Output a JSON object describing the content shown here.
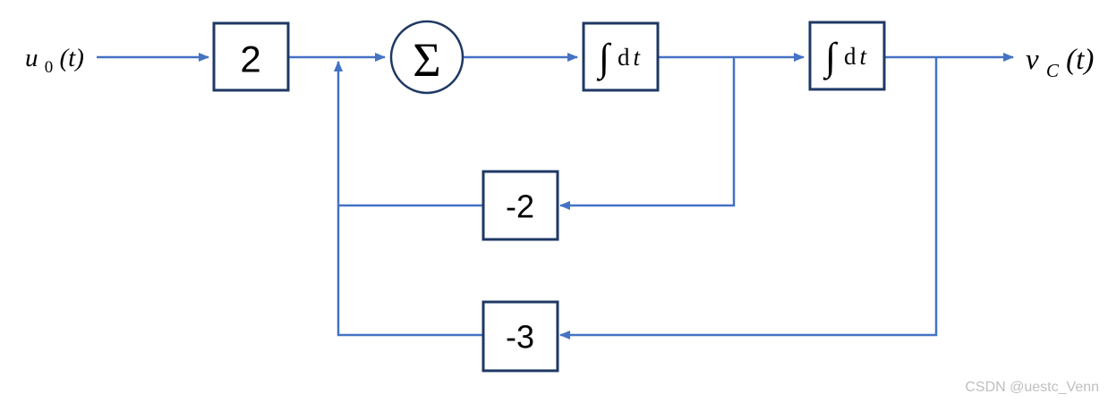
{
  "diagram": {
    "title_hint": "signal-flow block diagram",
    "input_label": {
      "base": "u",
      "sub": "0",
      "rest": "(t)"
    },
    "output_label": {
      "base": "v",
      "sub": "C",
      "rest": "(t)"
    },
    "gain_block": {
      "label": "2"
    },
    "sum_junction": {
      "label": "Σ"
    },
    "integrator1": {
      "integral": "∫",
      "dee": "d",
      "tee": "t"
    },
    "integrator2": {
      "integral": "∫",
      "dee": "d",
      "tee": "t"
    },
    "feedback1": {
      "label": "-2"
    },
    "feedback2": {
      "label": "-3"
    }
  },
  "colors": {
    "line": "#4472C4",
    "border": "#1F3864",
    "ink": "#000000",
    "watermark": "#BFBFBF",
    "bg": "#FFFFFF"
  },
  "watermark": {
    "text": "CSDN @uestc_Venn"
  }
}
